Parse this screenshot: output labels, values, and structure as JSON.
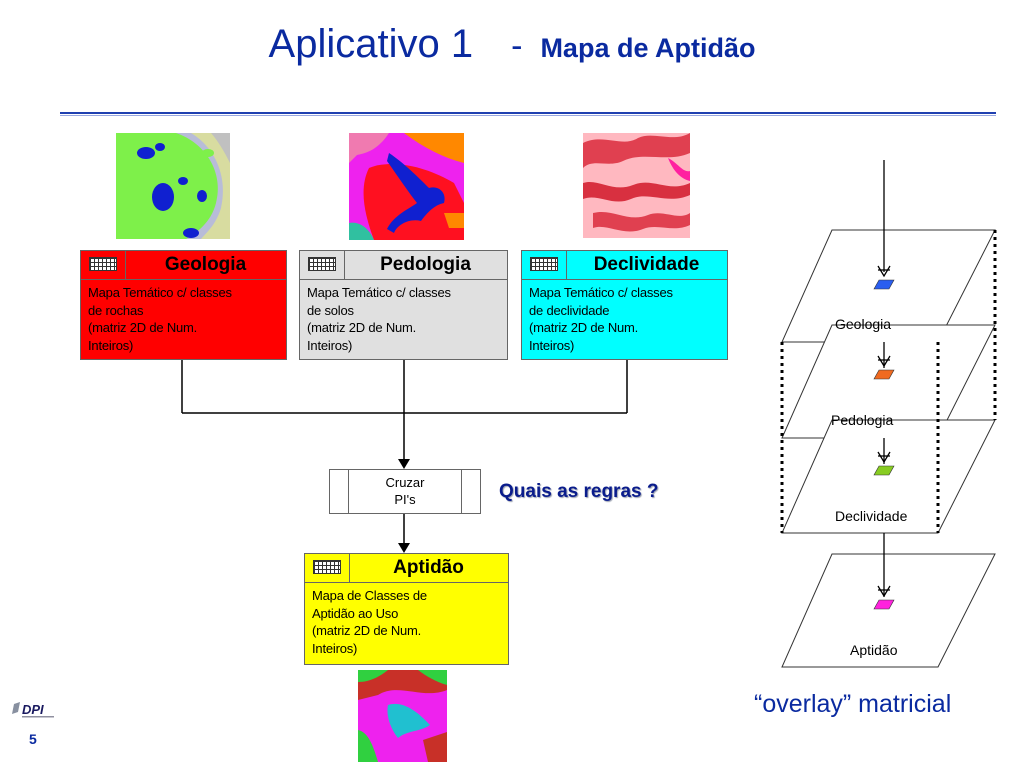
{
  "title": {
    "main": "Aplicativo 1",
    "dash": "-",
    "subtitle": "Mapa de Aptidão"
  },
  "cards": {
    "geologia": {
      "name": "Geologia",
      "description": "Mapa Temático c/ classes\nde rochas\n(matriz 2D de Num.\nInteiros)",
      "color": "#ff0000"
    },
    "pedologia": {
      "name": "Pedologia",
      "description": "Mapa Temático c/ classes\nde solos\n(matriz 2D de Num.\nInteiros)",
      "color": "#e0e0e0"
    },
    "declividade": {
      "name": "Declividade",
      "description": "Mapa Temático c/ classes\nde declividade\n(matriz 2D de Num.\nInteiros)",
      "color": "#00ffff"
    },
    "aptidao": {
      "name": "Aptidão",
      "description": "Mapa de Classes de\nAptidão ao Uso\n(matriz 2D de Num.\nInteiros)",
      "color": "#ffff00"
    }
  },
  "process": {
    "label": "Cruzar\nPI's"
  },
  "question": "Quais as regras ?",
  "layers": {
    "geologia": "Geologia",
    "pedologia": "Pedologia",
    "declividade": "Declividade",
    "aptidao": "Aptidão",
    "colors": {
      "geologia": "#2a5ef0",
      "pedologia": "#f06a20",
      "declividade": "#88cc22",
      "aptidao": "#ff22dd"
    }
  },
  "overlay_caption": "“overlay” matricial",
  "page_number": "5",
  "logo_text": "DPI"
}
